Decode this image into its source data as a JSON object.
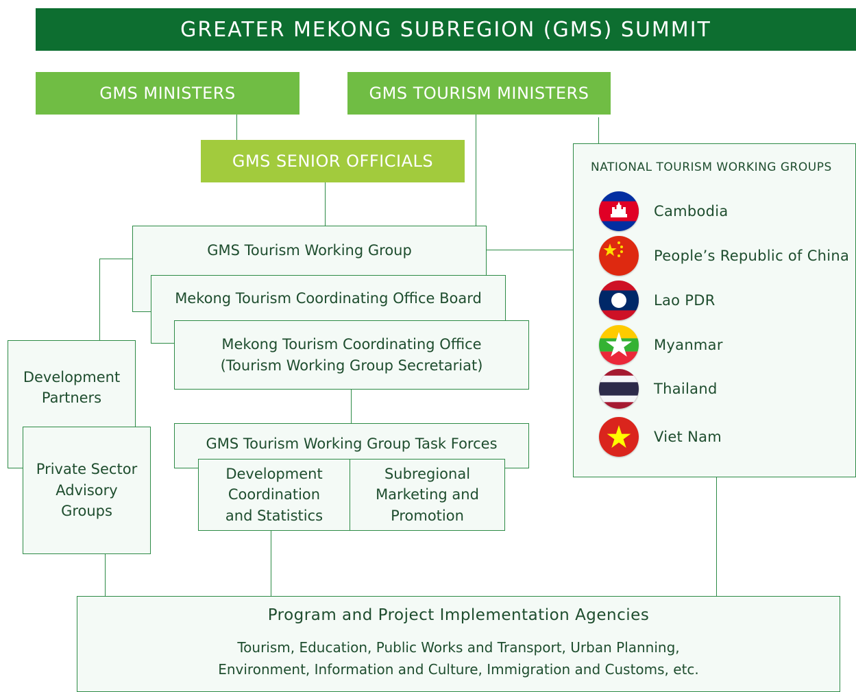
{
  "banner": "GREATER MEKONG SUBREGION (GMS) SUMMIT",
  "gms_ministers": "GMS MINISTERS",
  "gms_tourism_ministers": "GMS TOURISM MINISTERS",
  "gms_senior_officials": "GMS SENIOR OFFICIALS",
  "tourism_working_group": "GMS Tourism Working Group",
  "mtco_board": "Mekong Tourism Coordinating Office Board",
  "mtco": "Mekong Tourism Coordinating Office\n(Tourism Working Group Secretariat)",
  "development_partners": "Development\nPartners",
  "private_sector": "Private Sector\nAdvisory\nGroups",
  "task_forces": "GMS Tourism Working Group Task Forces",
  "task_force_1": "Development\nCoordination\nand Statistics",
  "task_force_2": "Subregional\nMarketing and\nPromotion",
  "ntwg": {
    "title": "NATIONAL TOURISM WORKING GROUPS",
    "countries": [
      {
        "name": "Cambodia",
        "flag": "cambodia-flag-icon"
      },
      {
        "name": "People’s Republic of China",
        "flag": "china-flag-icon"
      },
      {
        "name": "Lao PDR",
        "flag": "laos-flag-icon"
      },
      {
        "name": "Myanmar",
        "flag": "myanmar-flag-icon"
      },
      {
        "name": "Thailand",
        "flag": "thailand-flag-icon"
      },
      {
        "name": "Viet Nam",
        "flag": "vietnam-flag-icon"
      }
    ]
  },
  "paa": {
    "title": "Program and Project Implementation Agencies",
    "subtitle": "Tourism, Education, Public Works and Transport, Urban Planning,\nEnvironment, Information and Culture, Immigration and Customs, etc."
  },
  "colors": {
    "banner": "#0d6e30",
    "ministers": "#70bd44",
    "senior_officials": "#a2cb3d",
    "line": "#2c8a45"
  }
}
